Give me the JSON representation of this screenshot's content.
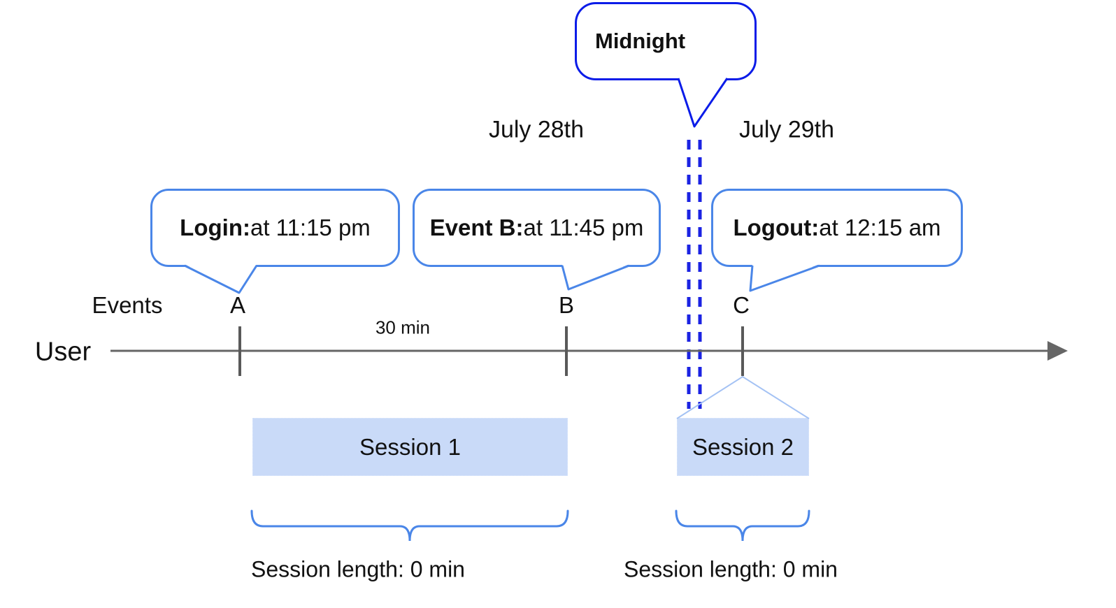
{
  "callouts": {
    "midnight": {
      "text": "Midnight"
    },
    "login": {
      "bold": "Login:",
      "rest": " at 11:15 pm"
    },
    "event_b": {
      "bold": "Event B:",
      "rest": " at 11:45 pm"
    },
    "logout": {
      "bold": "Logout:",
      "rest": " at 12:15 am"
    }
  },
  "dates": {
    "left": "July 28th",
    "right": "July 29th"
  },
  "axis": {
    "events_label": "Events",
    "user_label": "User",
    "interval_label": "30 min",
    "event_markers": [
      {
        "letter": "A",
        "description": "Login at 11:15 pm"
      },
      {
        "letter": "B",
        "description": "Event B at 11:45 pm"
      },
      {
        "letter": "C",
        "description": "Logout at 12:15 am"
      }
    ]
  },
  "sessions": [
    {
      "name": "Session 1",
      "length_label": "Session length: 0 min"
    },
    {
      "name": "Session 2",
      "length_label": "Session length: 0 min"
    }
  ],
  "colors": {
    "callout_border": "#4a86e8",
    "midnight_border": "#0b1ce8",
    "midnight_divider": "#1b23e3",
    "session_fill": "#c9daf8",
    "fan_stroke": "#a4c2f4",
    "brace": "#4a86e8",
    "timeline": "#666666"
  }
}
